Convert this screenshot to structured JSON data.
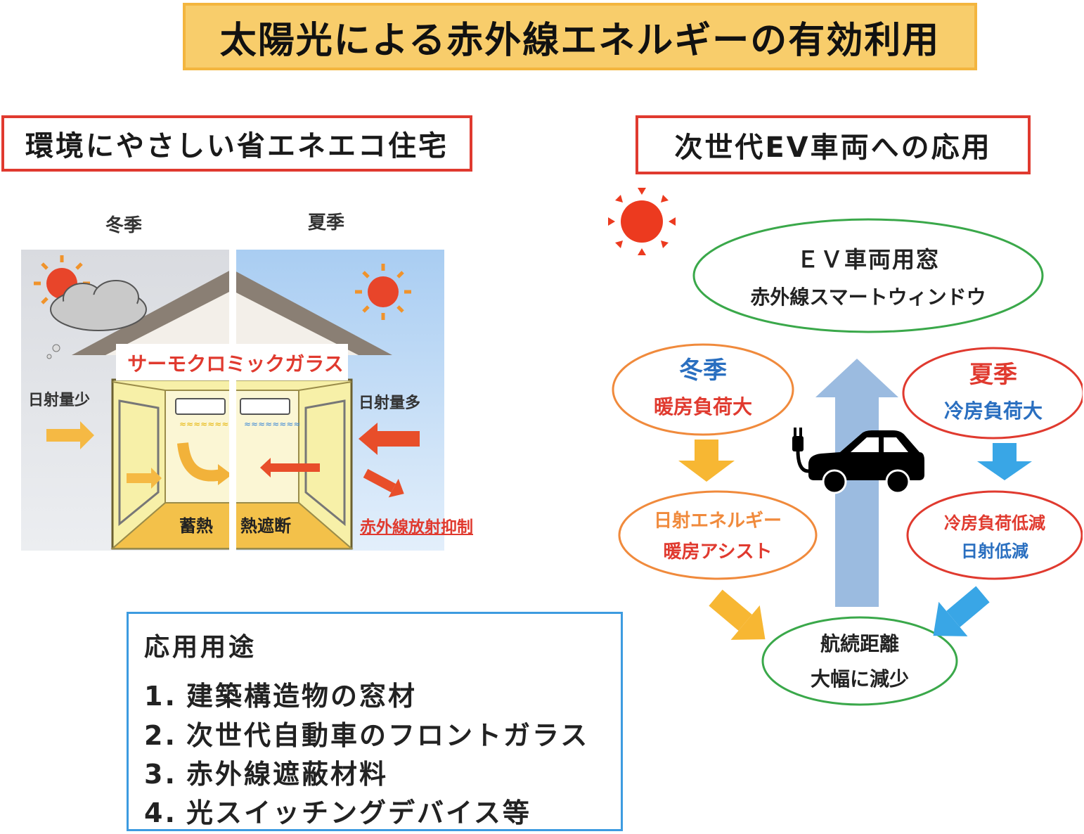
{
  "title": "太陽光による赤外線エネルギーの有効利用",
  "left_section": {
    "heading": "環境にやさしい省エネエコ住宅",
    "winter_label": "冬季",
    "summer_label": "夏季",
    "glass_label": "サーモクロミックガラス",
    "low_radiation": "日射量少",
    "high_radiation": "日射量多",
    "heat_storage": "蓄熱",
    "heat_shield": "熱遮断",
    "ir_suppression": "赤外線放射抑制"
  },
  "uses": {
    "title": "応用用途",
    "items": [
      {
        "num": "1.",
        "text": "建築構造物の窓材"
      },
      {
        "num": "2.",
        "text": "次世代自動車のフロントガラス"
      },
      {
        "num": "3.",
        "text": "赤外線遮蔽材料"
      },
      {
        "num": "4.",
        "text": "光スイッチングデバイス等"
      }
    ]
  },
  "right_section": {
    "heading": "次世代EV車両への応用",
    "ev_window_line1": "ＥＶ車両用窓",
    "ev_window_line2": "赤外線スマートウィンドウ",
    "winter_title": "冬季",
    "winter_load": "暖房負荷大",
    "summer_title": "夏季",
    "summer_load": "冷房負荷大",
    "winter_assist_line1": "日射エネルギー",
    "winter_assist_line2": "暖房アシスト",
    "summer_reduce_line1": "冷房負荷低減",
    "summer_reduce_line2": "日射低減",
    "range_line1": "航続距離",
    "range_line2": "大幅に減少"
  },
  "colors": {
    "title_bg": "#f8cd6b",
    "section_border": "#e03a2f",
    "uses_border": "#3d9be0",
    "winter_blue": "#2a6fc0",
    "summer_red": "#e03a2f",
    "green_ellipse": "#3aa84a",
    "orange_ellipse": "#f08a3c",
    "yellow_arrow": "#f7b733",
    "blue_arrow": "#39a6e6",
    "big_arrow": "#9bbbe0"
  }
}
